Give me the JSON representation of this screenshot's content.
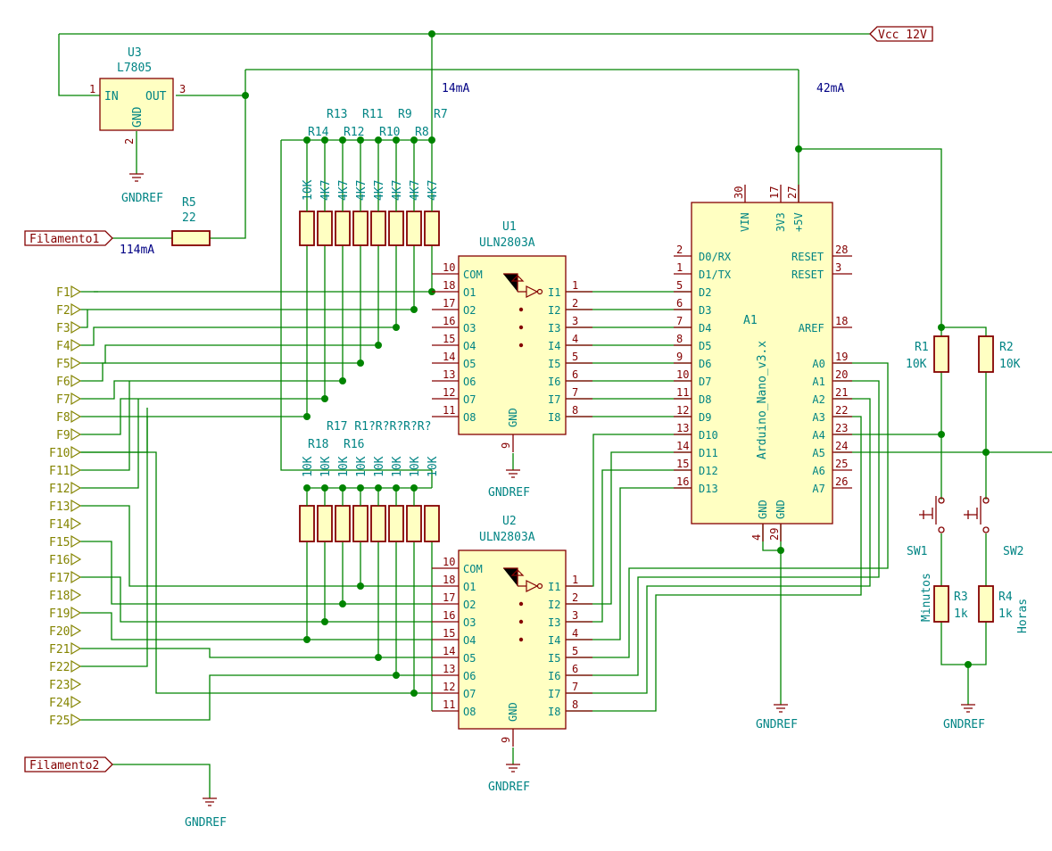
{
  "power": {
    "vcc": "Vcc_12V",
    "gndref": "GNDREF"
  },
  "labels": {
    "filamento1": "Filamento1",
    "filamento2": "Filamento2"
  },
  "notes": {
    "n14": "14mA",
    "n42": "42mA",
    "n114": "114mA"
  },
  "u3": {
    "ref": "U3",
    "value": "L7805",
    "in": "IN",
    "out": "OUT",
    "gnd": "GND",
    "p1": "1",
    "p2": "2",
    "p3": "3"
  },
  "r5": {
    "ref": "R5",
    "value": "22"
  },
  "top_res": {
    "refs_upper": [
      "R13",
      "R11",
      "R9",
      "R7"
    ],
    "refs_lower": [
      "R14",
      "R12",
      "R10",
      "R8"
    ],
    "values": [
      "10K",
      "4K7",
      "4K7",
      "4K7",
      "4K7",
      "4K7",
      "4K7",
      "4K7"
    ]
  },
  "bot_res": {
    "refs_upper": "R17  R1?R?R?R?R?",
    "refs_lower": [
      "R18",
      "R16"
    ],
    "values": [
      "10K",
      "10K",
      "10K",
      "10K",
      "10K",
      "10K",
      "10K",
      "10K"
    ]
  },
  "u1": {
    "ref": "U1",
    "value": "ULN2803A"
  },
  "u2": {
    "ref": "U2",
    "value": "ULN2803A"
  },
  "uln": {
    "com": "COM",
    "gnd": "GND",
    "gnd_pin": "9",
    "com_pin": "10",
    "outs": [
      "O1",
      "O2",
      "O3",
      "O4",
      "O5",
      "O6",
      "O7",
      "O8"
    ],
    "ins": [
      "I1",
      "I2",
      "I3",
      "I4",
      "I5",
      "I6",
      "I7",
      "I8"
    ],
    "out_pins": [
      "18",
      "17",
      "16",
      "15",
      "14",
      "13",
      "12",
      "11"
    ],
    "in_pins": [
      "1",
      "2",
      "3",
      "4",
      "5",
      "6",
      "7",
      "8"
    ]
  },
  "a1": {
    "ref": "A1",
    "value": "Arduino_Nano_v3.x",
    "left_names": [
      "D0/RX",
      "D1/TX",
      "D2",
      "D3",
      "D4",
      "D5",
      "D6",
      "D7",
      "D8",
      "D9",
      "D10",
      "D11",
      "D12",
      "D13"
    ],
    "left_pins": [
      "2",
      "1",
      "5",
      "6",
      "7",
      "8",
      "9",
      "10",
      "11",
      "12",
      "13",
      "14",
      "15",
      "16"
    ],
    "right_names": [
      "RESET",
      "RESET",
      "AREF",
      "A0",
      "A1",
      "A2",
      "A3",
      "A4",
      "A5",
      "A6",
      "A7"
    ],
    "right_pins": [
      "28",
      "3",
      "18",
      "19",
      "20",
      "21",
      "22",
      "23",
      "24",
      "25",
      "26"
    ],
    "top_names": [
      "VIN",
      "3V3",
      "+5V"
    ],
    "top_pins": [
      "30",
      "17",
      "27"
    ],
    "bot_names": [
      "GND",
      "GND"
    ],
    "bot_pins": [
      "4",
      "29"
    ]
  },
  "r1": {
    "ref": "R1",
    "value": "10K"
  },
  "r2": {
    "ref": "R2",
    "value": "10K"
  },
  "r3": {
    "ref": "R3",
    "value": "1k"
  },
  "r4": {
    "ref": "R4",
    "value": "1k"
  },
  "sw1": {
    "ref": "SW1",
    "label": "Minutos"
  },
  "sw2": {
    "ref": "SW2",
    "label": "Horas"
  },
  "f_labels": [
    "F1",
    "F2",
    "F3",
    "F4",
    "F5",
    "F6",
    "F7",
    "F8",
    "F9",
    "F10",
    "F11",
    "F12",
    "F13",
    "F14",
    "F15",
    "F16",
    "F17",
    "F18",
    "F19",
    "F20",
    "F21",
    "F22",
    "F23",
    "F24",
    "F25"
  ]
}
